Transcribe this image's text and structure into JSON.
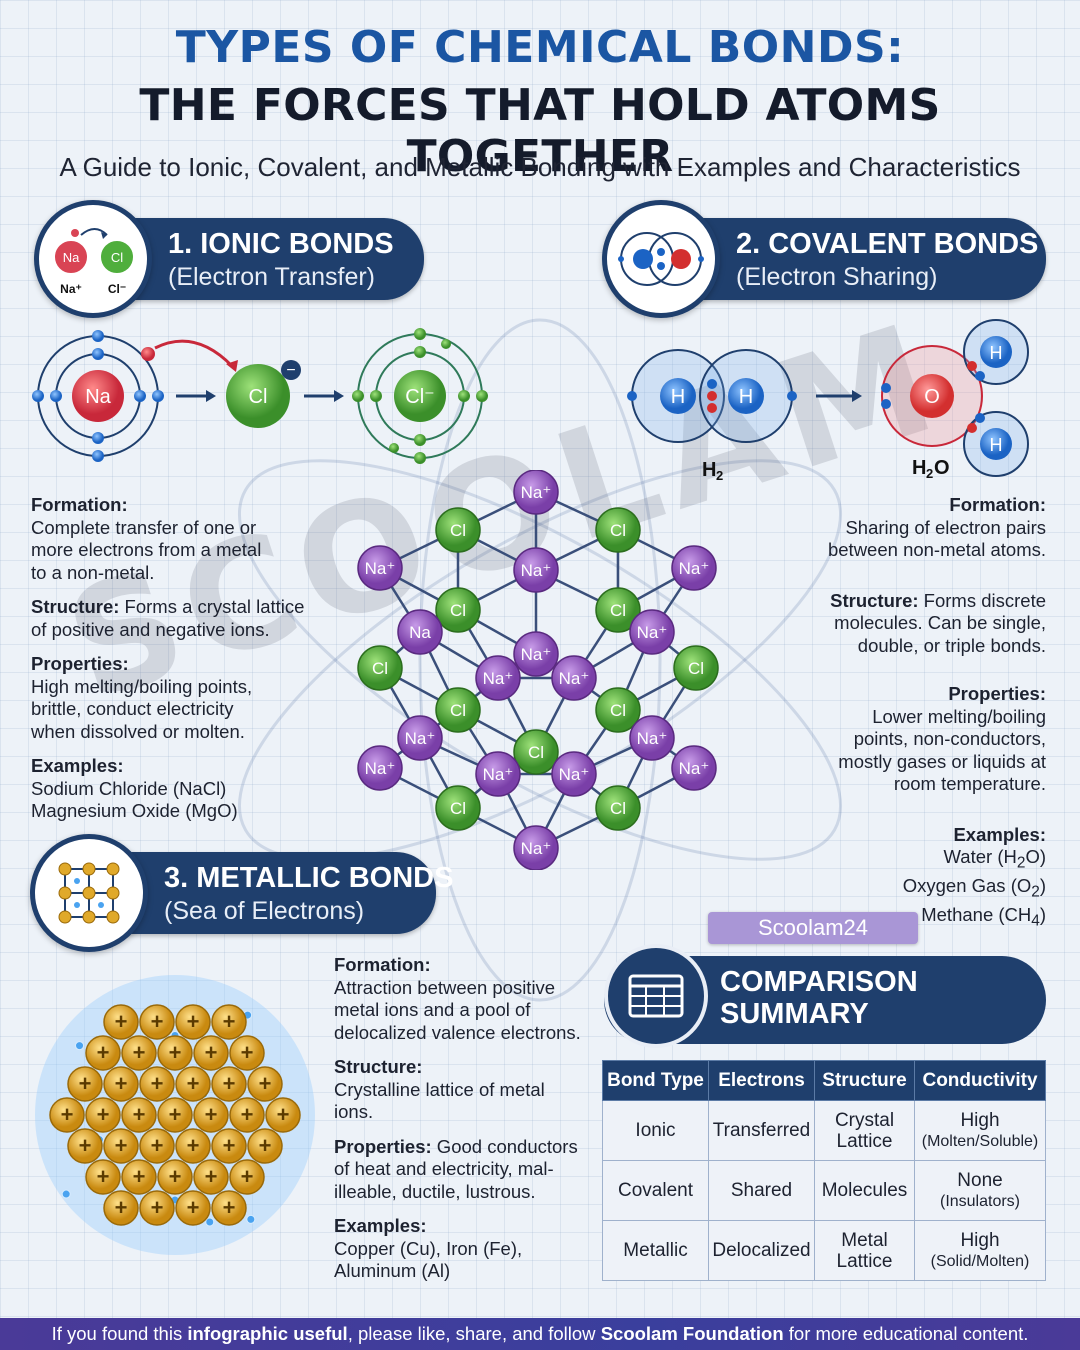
{
  "header": {
    "title_line1": "TYPES OF CHEMICAL BONDS:",
    "title_line2": "THE FORCES THAT HOLD ATOMS TOGETHER",
    "subtitle": "A Guide to Ionic, Covalent, and Metallic Bonding with Examples and Characteristics"
  },
  "watermark": "SCOOLAM",
  "ionic": {
    "title": "1. IONIC BONDS",
    "subtitle": "(Electron Transfer)",
    "badge": {
      "na": "Na",
      "cl": "Cl",
      "na_ion": "Na⁺",
      "cl_ion": "Cl⁻"
    },
    "diagram": {
      "na": "Na",
      "cl": "Cl",
      "cl_ion": "Cl⁻",
      "minus": "−"
    },
    "formation_label": "Formation:",
    "formation_lines": [
      "Complete transfer of one or",
      "more electrons from a metal",
      "to a non-metal."
    ],
    "structure_label": "Structure:",
    "structure_lines": [
      " Forms a crystal lattice",
      "of positive and negative ions."
    ],
    "properties_label": "Properties:",
    "properties_lines": [
      "High melting/boiling points,",
      "brittle, conduct electricity",
      "when dissolved or molten."
    ],
    "examples_label": "Examples:",
    "examples_lines": [
      "Sodium Chloride (NaCl)",
      "Magnesium Oxide (MgO)"
    ]
  },
  "covalent": {
    "title": "2. COVALENT BONDS",
    "subtitle": "(Electron Sharing)",
    "diagram": {
      "h": "H",
      "o": "O",
      "h2_label": "H",
      "h2_sub": "2",
      "h2o_label": "H",
      "h2o_sub": "2",
      "h2o_o": "O"
    },
    "formation_label": "Formation:",
    "formation_lines": [
      "Sharing of electron pairs",
      "between non-metal atoms."
    ],
    "structure_label": "Structure:",
    "structure_lines": [
      " Forms discrete",
      "molecules. Can be single,",
      "double, or triple bonds."
    ],
    "properties_label": "Properties:",
    "properties_lines": [
      "Lower melting/boiling",
      "points, non-conductors,",
      "mostly gases or liquids at",
      "room temperature."
    ],
    "examples_label": "Examples:",
    "examples": [
      {
        "pre": "Water (H",
        "sub": "2",
        "post": "O)"
      },
      {
        "pre": "Oxygen Gas (O",
        "sub": "2",
        "post": ")"
      },
      {
        "pre": "Methane (CH",
        "sub": "4",
        "post": ")"
      }
    ]
  },
  "lattice": {
    "na_label": "Na⁺",
    "na_plain": "Na",
    "cl_label": "Cl"
  },
  "metallic": {
    "title": "3. METALLIC BONDS",
    "subtitle": "(Sea of Electrons)",
    "ion_symbol": "+",
    "formation_label": "Formation:",
    "formation_lines": [
      "Attraction between positive",
      "metal ions and a pool of",
      "delocalized valence electrons."
    ],
    "structure_label": "Structure:",
    "structure_lines": [
      "Crystalline lattice of metal",
      "ions."
    ],
    "properties_label": "Properties:",
    "properties_lines": [
      " Good conductors",
      "of heat and electricity, mal-",
      "illeable, ductile, lustrous."
    ],
    "examples_label": "Examples:",
    "examples_lines": [
      "Copper (Cu), Iron (Fe),",
      "Aluminum (Al)"
    ]
  },
  "tag": "Scoolam24",
  "comparison": {
    "title_line1": "COMPARISON",
    "title_line2": "SUMMARY",
    "headers": [
      "Bond Type",
      "Electrons",
      "Structure",
      "Conductivity"
    ],
    "rows": [
      {
        "type": "Ionic",
        "electrons": "Transferred",
        "structure": [
          "Crystal",
          "Lattice"
        ],
        "cond": "High",
        "cond_note": "(Molten/Soluble)"
      },
      {
        "type": "Covalent",
        "electrons": "Shared",
        "structure": [
          "Molecules"
        ],
        "cond": "None",
        "cond_note": "(Insulators)"
      },
      {
        "type": "Metallic",
        "electrons": "Delocalized",
        "structure": [
          "Metal",
          "Lattice"
        ],
        "cond": "High",
        "cond_note": "(Solid/Molten)"
      }
    ]
  },
  "footer": {
    "pre": "If you found this ",
    "bold1": "infographic useful",
    "mid": ", please like, share, and follow ",
    "bold2": "Scoolam Foundation",
    "post": " for more educational content."
  },
  "colors": {
    "navy": "#1f3f6d",
    "title_blue": "#1b56a3",
    "na_purple": "#8a55b8",
    "cl_green": "#4fae3c",
    "gold": "#e0a92a"
  }
}
